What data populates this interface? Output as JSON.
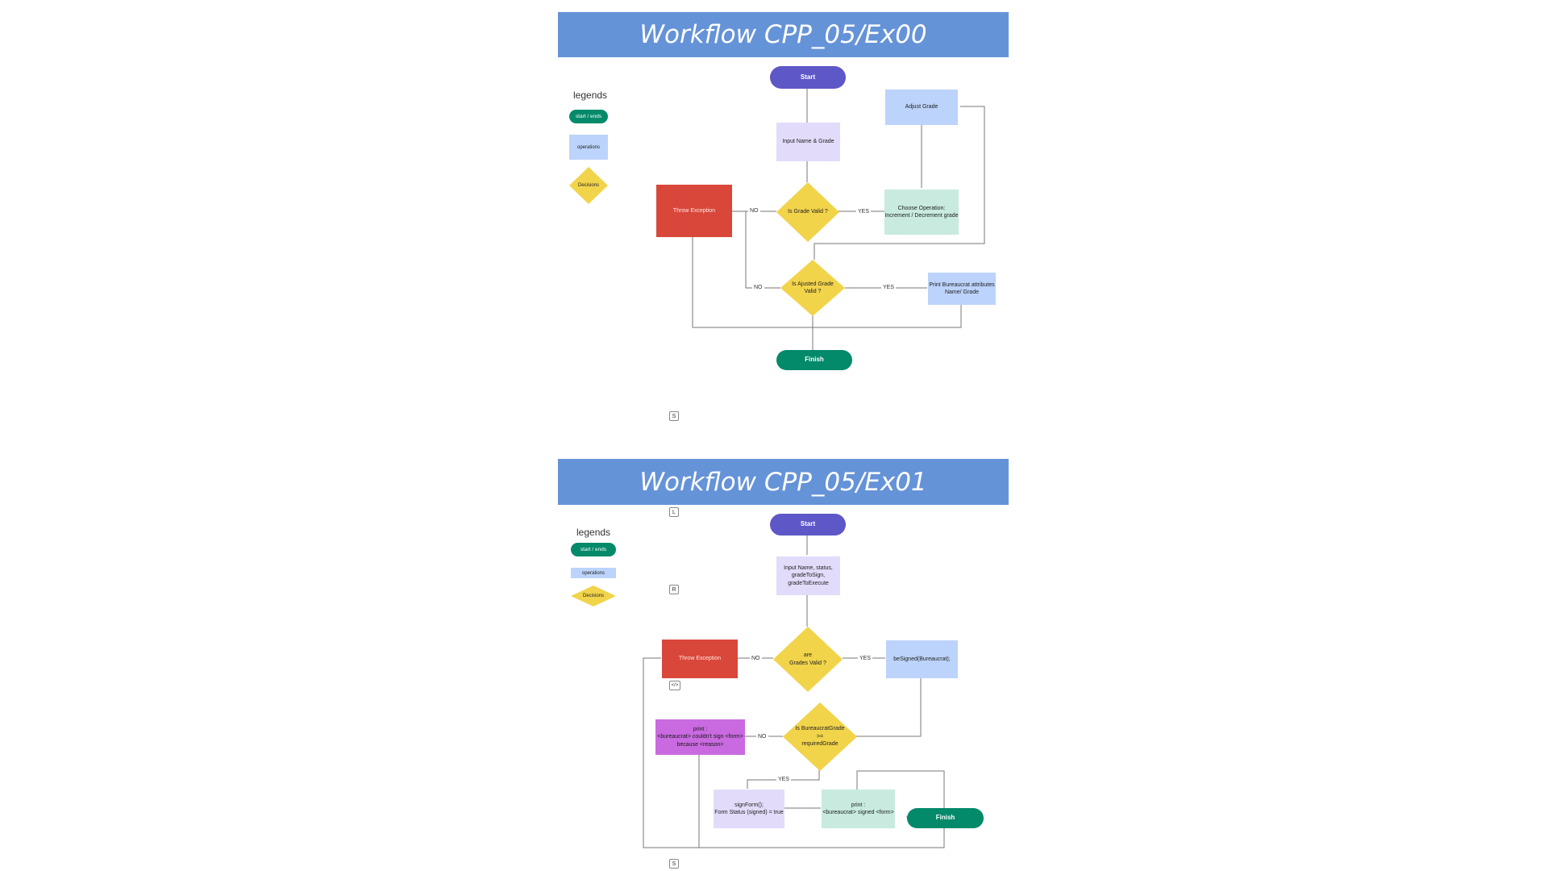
{
  "diagrams": [
    {
      "title": "Workflow CPP_05/Ex00",
      "legend": {
        "title": "legends",
        "start_end": "start / ends",
        "operations": "operations",
        "decisions": "Decisions"
      },
      "nodes": {
        "start": "Start",
        "input": "Input Name & Grade",
        "adjust": "Adjust Grade",
        "valid": "Is Grade Valid ?",
        "choose": "Choose Operation:\nIncrement / Decrement grade",
        "throw": "Throw Exception",
        "adj_valid": "Is Ajusted Grade\nValid ?",
        "print": "Print Bureaucrat attributes\nName/ Grade",
        "finish": "Finish"
      },
      "edge_labels": {
        "no1": "NO",
        "yes1": "YES",
        "no2": "NO",
        "yes2": "YES"
      }
    },
    {
      "title": "Workflow CPP_05/Ex01",
      "legend": {
        "title": "legends",
        "start_end": "start / ends",
        "operations": "operations",
        "decisions": "Decisions"
      },
      "nodes": {
        "start": "Start",
        "input": "Input Name, status,\ngradeToSign,\ngradeToExecute",
        "valid": "are\nGrades Valid ?",
        "throw": "Throw Exception",
        "besigned": "beSigned(Bureaucrat);",
        "compare": "Is BureaucratGrade\n>=\nrequiredGrade",
        "print_fail": "print :\n<bureaucrat> couldn't sign <form>\nbecause <reason>",
        "signform": "signForm();\nForm Status (signed) = true",
        "print_ok": "print :\n<bureaucrat> signed <form>",
        "finish": "Finish"
      },
      "edge_labels": {
        "no1": "NO",
        "yes1": "YES",
        "no2": "NO",
        "yes2": "YES"
      }
    }
  ],
  "key_badges": {
    "s1": "S",
    "l": "L",
    "r": "R",
    "code": "</>",
    "s2": "S"
  }
}
